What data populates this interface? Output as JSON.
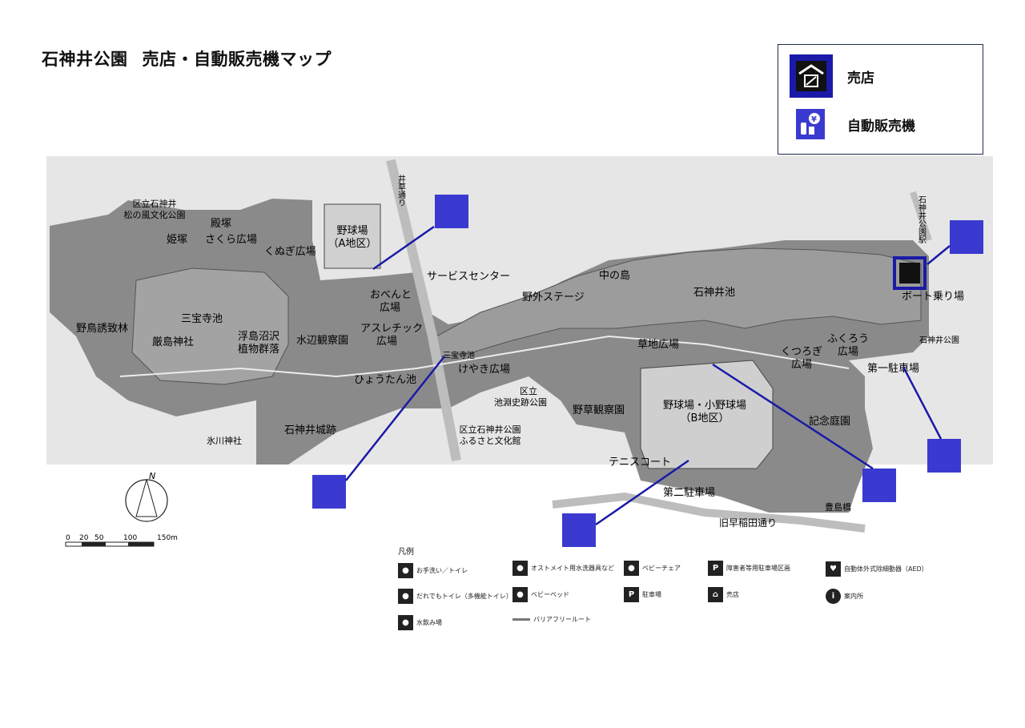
{
  "title": "石神井公園",
  "subtitle": "売店・自動販売機マップ",
  "key": {
    "shop_label": "売店",
    "vending_label": "自動販売機"
  },
  "labels": {
    "shakujii_pine": "区立石神井\n松の風文化公園",
    "tonozuka": "殿塚",
    "himezuka": "姫塚",
    "sakura_hiroba": "さくら広場",
    "kunugi_hiroba": "くぬぎ広場",
    "baseball_a": "野球場\n（A地区）",
    "ikusa_dori": "井草通り",
    "service_center": "サービスセンター",
    "nakanoshima": "中の島",
    "yagai_stage": "野外ステージ",
    "shakujii_pond": "石神井池",
    "boat": "ボート乗り場",
    "sanpoji_pond": "三宝寺池",
    "nojima_forest": "野鳥誘致林",
    "itsukushima": "厳島神社",
    "ukishima": "浮島沼沢\n植物群落",
    "mizube": "水辺観察園",
    "obento": "おべんと\n広場",
    "athletic": "アスレチック\n広場",
    "hyoutan": "ひょうたん池",
    "keyaki": "けやき広場",
    "sanpoji_ike2": "三宝寺池",
    "kusachi": "草地広場",
    "kutsurogi": "くつろぎ\n広場",
    "fukurou": "ふくろう\n広場",
    "parking1": "第一駐車場",
    "shakujii_koen": "石神井公園",
    "shakujii_station": "石神井公園駅",
    "ikebuchi": "区立\n池淵史跡公園",
    "furusato": "区立石神井公園\nふるさと文化館",
    "yasou": "野草観察園",
    "baseball_b": "野球場・小野球場\n（B地区）",
    "kinen": "記念庭園",
    "hikawa": "氷川神社",
    "shakujii_castle": "石神井城跡",
    "tennis": "テニスコート",
    "parking2": "第二駐車場",
    "kyu_waseda": "旧早稲田通り",
    "toyoshima": "豊島橋"
  },
  "scale": {
    "ticks": [
      "0",
      "20",
      "50",
      "100",
      "150m"
    ],
    "north": "N"
  },
  "legend": {
    "title": "凡例",
    "items": [
      {
        "icon": "restroom-icon",
        "label": "お手洗い／トイレ"
      },
      {
        "icon": "ostomate-icon",
        "label": "オストメイト用水洗器具など"
      },
      {
        "icon": "baby-chair-icon",
        "label": "ベビーチェア"
      },
      {
        "icon": "accessible-parking-icon",
        "label": "障害者等用駐車場区画"
      },
      {
        "icon": "aed-icon",
        "label": "自動体外式除細動器（AED）"
      },
      {
        "icon": "multipurpose-toilet-icon",
        "label": "だれでもトイレ（多機能トイレ）"
      },
      {
        "icon": "baby-bed-icon",
        "label": "ベビーベッド"
      },
      {
        "icon": "parking-icon",
        "label": "駐車場"
      },
      {
        "icon": "shop-icon",
        "label": "売店"
      },
      {
        "icon": "info-icon",
        "label": "案内所"
      },
      {
        "icon": "drinking-fountain-icon",
        "label": "水飲み場"
      },
      {
        "icon": "barrier-free-route",
        "label": "バリアフリールート"
      }
    ]
  },
  "colors": {
    "accent": "#1a1aa8",
    "vending_bg": "#3a3ad0",
    "land": "#8c8c8c",
    "water": "#9a9a9a",
    "light": "#d8d8d8"
  }
}
